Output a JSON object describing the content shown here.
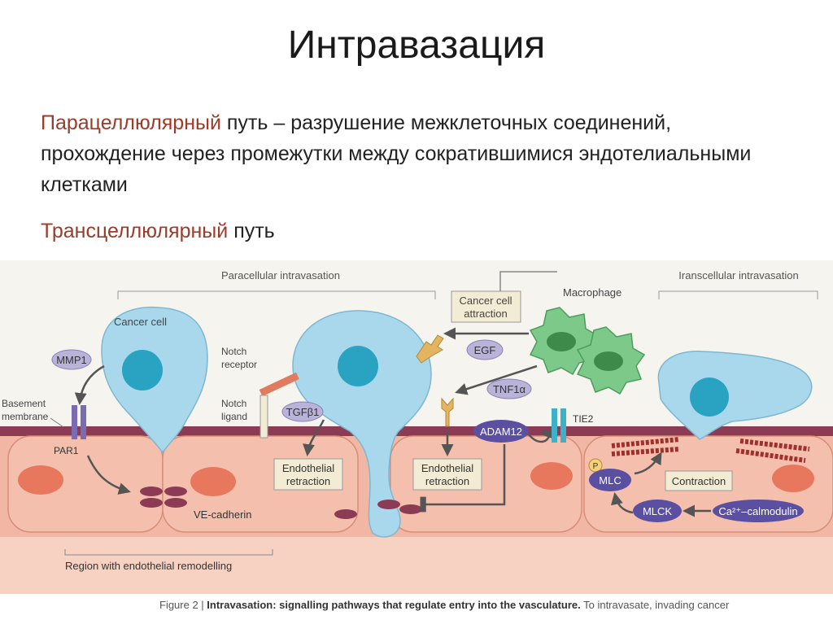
{
  "slide": {
    "title": "Интравазация",
    "paragraph1": {
      "highlight": "Парацеллюлярный",
      "text": " путь – разрушение межклеточных соединений, прохождение через промежутки между сократившимися эндотелиальными клетками"
    },
    "paragraph2": {
      "highlight": "Трансцеллюлярный",
      "text": " путь"
    }
  },
  "figure": {
    "labels": {
      "paracellular": "Paracellular intravasation",
      "transcellular": "Iranscellular intravasation",
      "cancer_cell": "Cancer cell",
      "cancer_cell_attraction_1": "Cancer cell",
      "cancer_cell_attraction_2": "attraction",
      "macrophage": "Macrophage",
      "mmp1": "MMP1",
      "basement_1": "Basement",
      "basement_2": "membrane",
      "par1": "PAR1",
      "notch_receptor_1": "Notch",
      "notch_receptor_2": "receptor",
      "notch_ligand_1": "Notch",
      "notch_ligand_2": "ligand",
      "tgfb1": "TGFβ1",
      "egf": "EGF",
      "tnf": "TNF1α",
      "adam12": "ADAM12",
      "tie2": "TIE2",
      "endo_retraction_1a": "Endothelial",
      "endo_retraction_1b": "retraction",
      "endo_retraction_2a": "Endothelial",
      "endo_retraction_2b": "retraction",
      "ve_cadherin": "VE-cadherin",
      "region": "Region with endothelial remodelling",
      "p": "P",
      "mlc": "MLC",
      "contraction": "Contraction",
      "mlck": "MLCK",
      "calmodulin": "Ca²⁺–calmodulin"
    },
    "caption": {
      "prefix": "Figure 2 | ",
      "bold": "Intravasation: signalling pathways that regulate entry into the vasculature.",
      "rest": " To intravasate, invading cancer"
    },
    "colors": {
      "highlight": "#9b3b2a",
      "endothelium": "#f2b7a4",
      "basement": "#8c3b55",
      "cancer_cell": "#a9d8ec",
      "nucleus": "#2aa3c2",
      "macrophage": "#7cc98a",
      "ellipse_label": "#b9b3d9"
    }
  }
}
